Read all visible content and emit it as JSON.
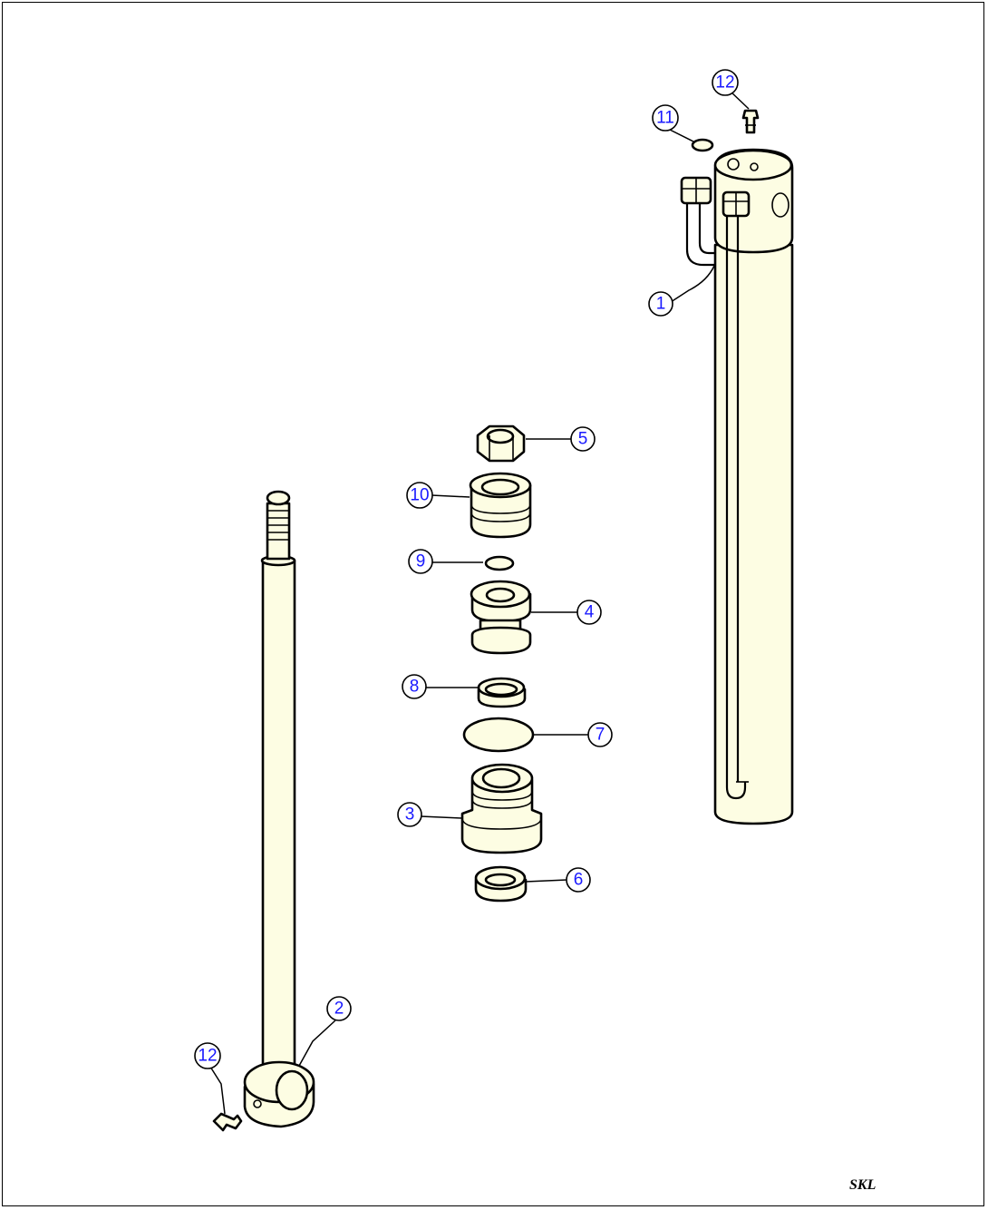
{
  "callouts": [
    {
      "id": "c1",
      "label": "1"
    },
    {
      "id": "c2",
      "label": "2"
    },
    {
      "id": "c3",
      "label": "3"
    },
    {
      "id": "c4",
      "label": "4"
    },
    {
      "id": "c5",
      "label": "5"
    },
    {
      "id": "c6",
      "label": "6"
    },
    {
      "id": "c7",
      "label": "7"
    },
    {
      "id": "c8",
      "label": "8"
    },
    {
      "id": "c9",
      "label": "9"
    },
    {
      "id": "c10",
      "label": "10"
    },
    {
      "id": "c11",
      "label": "11"
    },
    {
      "id": "c12a",
      "label": "12"
    },
    {
      "id": "c12b",
      "label": "12"
    }
  ],
  "drawing_code": "SKL"
}
